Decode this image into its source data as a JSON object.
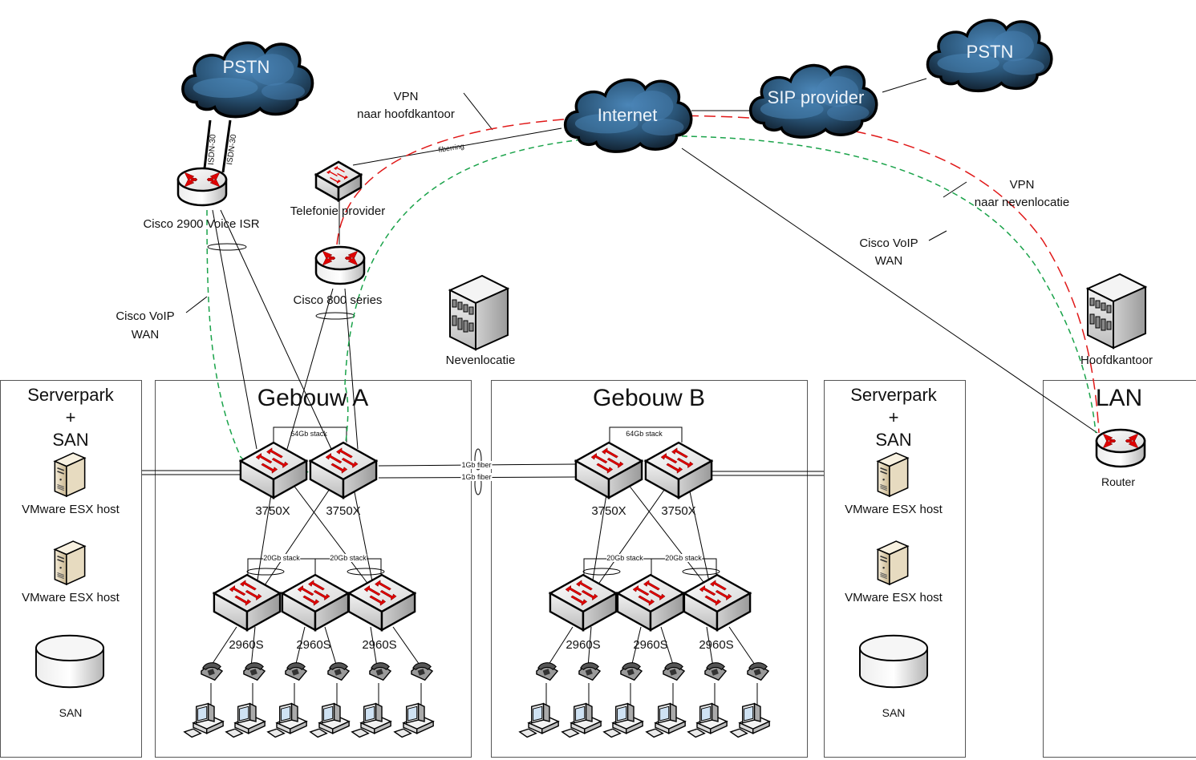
{
  "clouds": [
    {
      "id": "pstn-left",
      "label": "PSTN"
    },
    {
      "id": "internet",
      "label": "Internet"
    },
    {
      "id": "sip",
      "label": "SIP provider"
    },
    {
      "id": "pstn-right",
      "label": "PSTN"
    }
  ],
  "devices": {
    "cisco2900": "Cisco 2900 Voice ISR",
    "telefonie": "Telefonie provider",
    "cisco800": "Cisco 800 series",
    "nevenlocatie": "Nevenlocatie",
    "hoofdkantoor": "Hoofdkantoor",
    "router": "Router"
  },
  "annotations": {
    "isdn1": "ISDN-30",
    "isdn2": "ISDN-30",
    "fiberring": "fiberring",
    "vpn_hq_title": "VPN",
    "vpn_hq_sub": "naar hoofdkantoor",
    "vpn_nl_title": "VPN",
    "vpn_nl_sub": "naar nevenlocatie",
    "voip_left_1": "Cisco VoIP",
    "voip_left_2": "WAN",
    "voip_right_1": "Cisco VoIP",
    "voip_right_2": "WAN",
    "fiber1": "1Gb fiber",
    "fiber2": "1Gb fiber"
  },
  "zones": {
    "serverpark_left": {
      "title1": "Serverpark",
      "plus": "+",
      "title2": "SAN",
      "host1": "VMware ESX host",
      "host2": "VMware ESX host",
      "san": "SAN"
    },
    "gebouw_a": {
      "title": "Gebouw A",
      "stack64": "64Gb stack",
      "core1": "3750X",
      "core2": "3750X",
      "stack20a": "20Gb stack",
      "stack20b": "20Gb stack",
      "access1": "2960S",
      "access2": "2960S",
      "access3": "2960S"
    },
    "gebouw_b": {
      "title": "Gebouw B",
      "stack64": "64Gb stack",
      "core1": "3750X",
      "core2": "3750X",
      "stack20a": "20Gb stack",
      "stack20b": "20Gb stack",
      "access1": "2960S",
      "access2": "2960S",
      "access3": "2960S"
    },
    "serverpark_right": {
      "title1": "Serverpark",
      "plus": "+",
      "title2": "SAN",
      "host1": "VMware ESX host",
      "host2": "VMware ESX host",
      "san": "SAN"
    },
    "lan": {
      "title": "LAN"
    }
  },
  "colors": {
    "vpn_line": "#e01818",
    "voip_line": "#1aa34a",
    "cloud_dark": "#0e1a26",
    "cloud_light": "#4b86b8",
    "device_arrow": "#e00000"
  }
}
